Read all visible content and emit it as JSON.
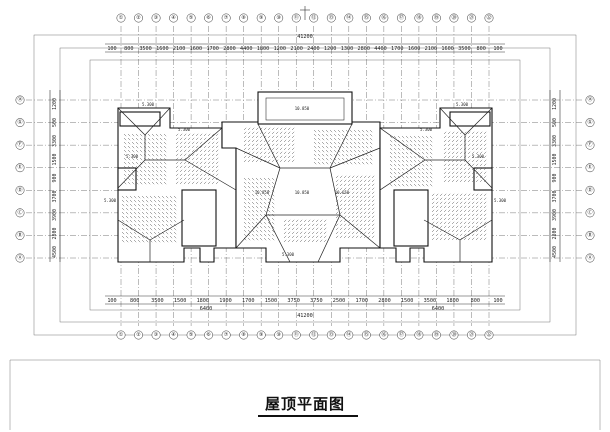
{
  "drawing": {
    "title": "屋顶平面图",
    "top_bubbles": [
      "①",
      "②",
      "③",
      "④",
      "⑤",
      "⑥",
      "⑦",
      "⑧",
      "⑨",
      "⑩",
      "⑪",
      "⑫",
      "⑬",
      "⑭",
      "⑮",
      "⑯",
      "⑰",
      "⑱",
      "⑲",
      "⑳",
      "㉑",
      "㉒"
    ],
    "bottom_bubbles": [
      "①",
      "②",
      "③",
      "④",
      "⑤",
      "⑥",
      "⑦",
      "⑧",
      "⑨",
      "⑩",
      "⑪",
      "⑫",
      "⑬",
      "⑭",
      "⑮",
      "⑯",
      "⑰",
      "⑱",
      "⑲",
      "⑳",
      "㉑",
      "㉒"
    ],
    "left_bubbles": [
      "⑭",
      "Ⓖ",
      "Ⓕ",
      "Ⓔ",
      "Ⓓ",
      "Ⓒ",
      "Ⓑ",
      "Ⓐ"
    ],
    "right_bubbles": [
      "⑭",
      "Ⓖ",
      "Ⓕ",
      "Ⓔ",
      "Ⓓ",
      "Ⓒ",
      "Ⓑ",
      "Ⓐ"
    ],
    "top_total": "41200",
    "bottom_total": "41200",
    "top_dims": [
      "100",
      "800",
      "3500",
      "1600",
      "2100",
      "1600",
      "1700",
      "2800",
      "4400",
      "1800",
      "1200",
      "2100",
      "2400",
      "1200",
      "1300",
      "2800",
      "4400",
      "1700",
      "1600",
      "2100",
      "1600",
      "3500",
      "800",
      "100"
    ],
    "bottom_dims": [
      "100",
      "800",
      "3500",
      "1500",
      "1800",
      "1900",
      "1700",
      "1500",
      "3750",
      "3750",
      "2500",
      "1700",
      "2800",
      "1500",
      "3500",
      "1800",
      "800",
      "100"
    ],
    "bottom_subtotals": [
      "6400",
      "6400"
    ],
    "left_dims": [
      "1200",
      "500",
      "3300",
      "1500",
      "900",
      "3700",
      "3900",
      "2800",
      "4500"
    ],
    "right_dims": [
      "1200",
      "500",
      "3300",
      "1500",
      "900",
      "3700",
      "3900",
      "2800",
      "4500"
    ],
    "elevations": [
      "5.300",
      "5.300",
      "5.300",
      "5.300",
      "5.300",
      "5.300",
      "10.850",
      "10.850",
      "10.650",
      "10.850",
      "5.300",
      "5.300",
      "5.300"
    ]
  }
}
